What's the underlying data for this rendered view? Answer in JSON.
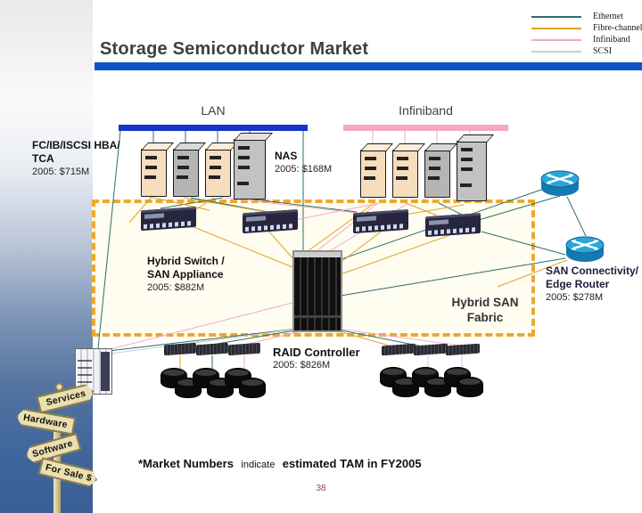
{
  "slide": {
    "title": "Storage Semiconductor Market",
    "page_number": "38"
  },
  "legend": {
    "items": [
      {
        "label": "Ethernet",
        "color": "#2e6f68"
      },
      {
        "label": "Fibre-channel",
        "color": "#e0a324"
      },
      {
        "label": "Infiniband",
        "color": "#f0a9cb"
      },
      {
        "label": "SCSI",
        "color": "#c9ccd8"
      }
    ]
  },
  "colors": {
    "ethernet": "#2e6f68",
    "fibre_channel": "#e0a324",
    "infiniband": "#f0a9cb",
    "scsi": "#c9ccd8",
    "title_bar": "#0a55c8",
    "lan_bus": "#1733cc",
    "infiniband_bus": "#f2a7c4",
    "fabric_box_border": "#eda82f",
    "fabric_box_fill": "#fffcf0",
    "page_number": "#8b4a4a"
  },
  "groups": {
    "lan": {
      "label": "LAN"
    },
    "infiniband": {
      "label": "Infiniband"
    }
  },
  "callouts": {
    "hba": {
      "line1": "FC/IB/ISCSI HBA/",
      "line2": "TCA",
      "value": "2005: $715M"
    },
    "nas": {
      "title": "NAS",
      "value": "2005: $168M"
    },
    "hybrid_switch": {
      "line1": "Hybrid Switch /",
      "line2": "SAN Appliance",
      "value": "2005: $882M"
    },
    "hybrid_san_fabric": {
      "line1": "Hybrid SAN",
      "line2": "Fabric"
    },
    "san_connectivity": {
      "line1": "SAN Connectivity/",
      "line2": "Edge Router",
      "value": "2005: $278M"
    },
    "raid": {
      "title": "RAID Controller",
      "value": "2005: $826M"
    }
  },
  "signpost": {
    "signs": [
      "Services",
      "Hardware",
      "Software",
      "For Sale $"
    ]
  },
  "footnote": {
    "bold_lead": "*Market Numbers",
    "regular_mid": "indicate",
    "bold_tail": "estimated TAM in FY2005"
  }
}
